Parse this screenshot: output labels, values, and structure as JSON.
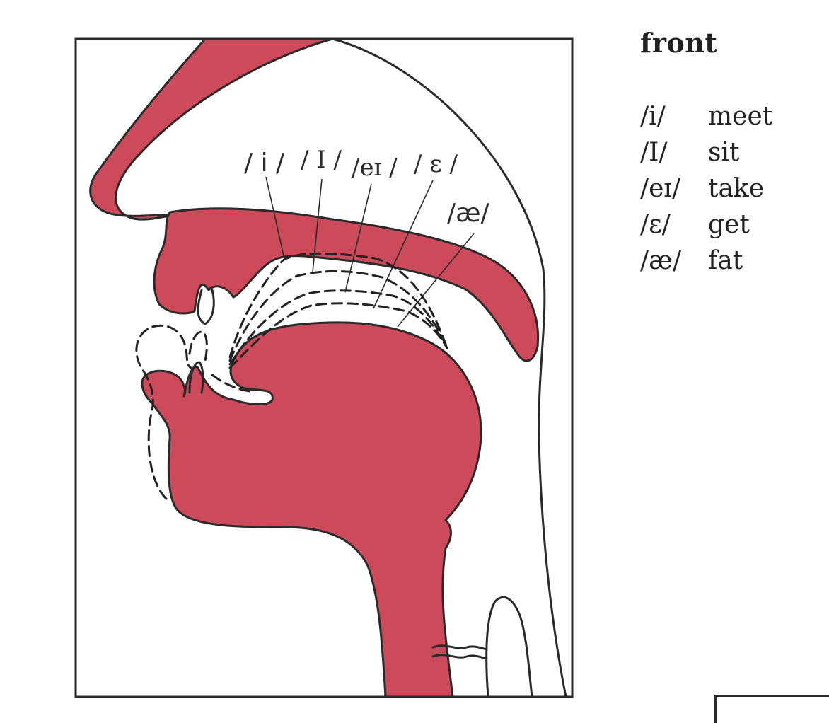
{
  "diagram": {
    "vowel_labels": [
      {
        "id": "i",
        "text": "/ i /"
      },
      {
        "id": "I",
        "text": "/ I /"
      },
      {
        "id": "ei",
        "text": "/eɪ /"
      },
      {
        "id": "epsilon",
        "text": "/ ε /"
      },
      {
        "id": "ae",
        "text": "/æ/"
      }
    ],
    "colors": {
      "tissue": "#cd4a5a",
      "outline": "#2a2a2a",
      "background": "#ffffff"
    }
  },
  "legend": {
    "title": "front",
    "rows": [
      {
        "symbol": "/i/",
        "word": "meet"
      },
      {
        "symbol": "/I/",
        "word": "sit"
      },
      {
        "symbol": "/eɪ/",
        "word": "take"
      },
      {
        "symbol": "/ε/",
        "word": "get"
      },
      {
        "symbol": "/æ/",
        "word": "fat"
      }
    ]
  }
}
